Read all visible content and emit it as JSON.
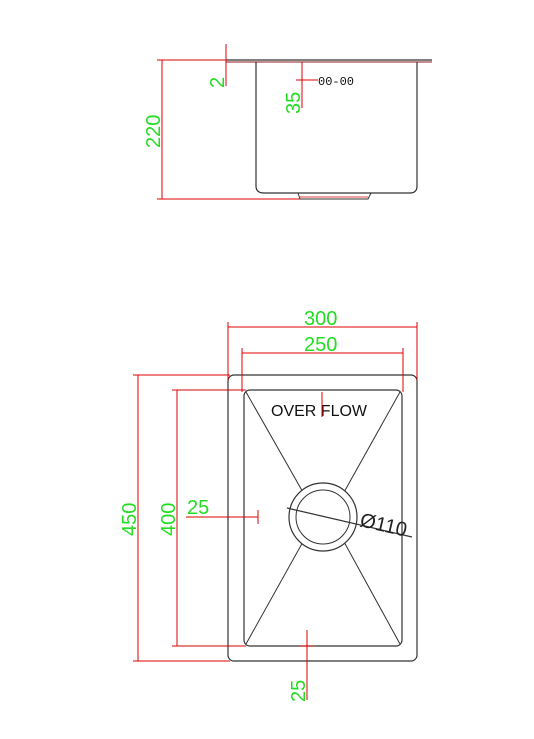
{
  "colors": {
    "dimension_text": "#22dd22",
    "dimension_line": "#dd0000",
    "outline": "#333333"
  },
  "side_view": {
    "height_dim": "220",
    "flange_dim": "2",
    "overflow_height_dim": "35",
    "overflow_symbol": "00-00"
  },
  "top_view": {
    "outer_width_dim": "300",
    "inner_width_dim": "250",
    "outer_length_dim": "450",
    "inner_length_dim": "400",
    "waste_offset_dim": "25",
    "bottom_offset_dim": "25",
    "drain_diameter_dim": "Ø110",
    "overflow_label": "OVER FLOW"
  }
}
